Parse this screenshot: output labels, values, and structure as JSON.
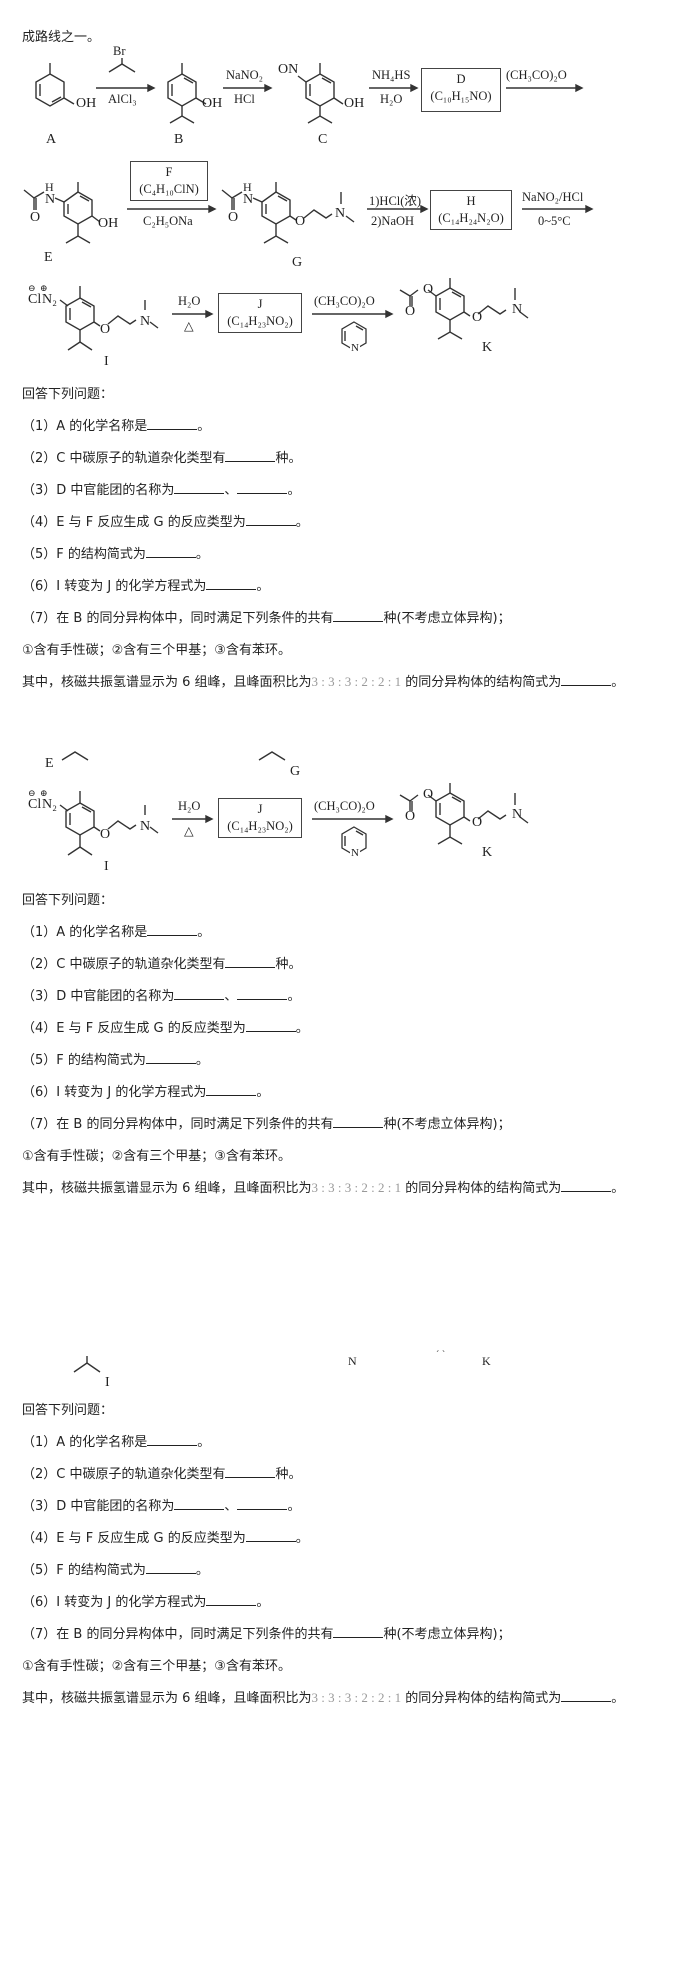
{
  "intro": "成路线之一。",
  "scheme": {
    "row1": {
      "compounds": {
        "A": "A",
        "B": "B",
        "C": "C"
      },
      "A_group": "OH",
      "B_group": "OH",
      "C_group_left": "ON",
      "C_group_right": "OH",
      "arrow1": {
        "above": "Br",
        "below": "AlCl₃"
      },
      "arrow2": {
        "above": "NaNO₂",
        "below": "HCl"
      },
      "arrow3": {
        "above": "NH₄HS",
        "below": "H₂O"
      },
      "box_D": {
        "name": "D",
        "formula": "(C₁₀H₁₅NO)"
      },
      "arrow4": {
        "above": "(CH₃CO)₂O",
        "below": ""
      }
    },
    "row2": {
      "compounds": {
        "E": "E",
        "G": "G"
      },
      "E_nh": "H",
      "E_n": "N",
      "E_o": "O",
      "E_oh": "OH",
      "box_F": {
        "name": "F",
        "formula": "(C₄H₁₀ClN)"
      },
      "arrow5": {
        "below": "C₂H₅ONa"
      },
      "G_o": "O",
      "G_n": "N",
      "arrow6": {
        "above": "1)HCl(浓)",
        "below": "2)NaOH"
      },
      "box_H": {
        "name": "H",
        "formula": "(C₁₄H₂₄N₂O)"
      },
      "arrow7": {
        "above": "NaNO₂/HCl",
        "below": "0~5°C"
      }
    },
    "row3": {
      "compounds": {
        "I": "I",
        "K": "K"
      },
      "I_cl": "Cl",
      "I_n2": "N₂",
      "I_o": "O",
      "I_n": "N",
      "arrow8": {
        "above": "H₂O",
        "below": "△"
      },
      "box_J": {
        "name": "J",
        "formula": "(C₁₄H₂₃NO₂)"
      },
      "arrow9": {
        "above": "(CH₃CO)₂O",
        "below_n": "N"
      },
      "K_o1": "O",
      "K_o2": "O",
      "K_o3": "O",
      "K_n": "N"
    }
  },
  "questions": {
    "header": "回答下列问题：",
    "q1": {
      "prefix": "（1）A 的化学名称是",
      "suffix": "。"
    },
    "q2": {
      "prefix": "（2）C 中碳原子的轨道杂化类型有",
      "suffix": "种。"
    },
    "q3": {
      "prefix": "（3）D 中官能团的名称为",
      "mid": "、",
      "suffix": "。"
    },
    "q4": {
      "prefix": "（4）E 与 F 反应生成 G 的反应类型为",
      "suffix": "。"
    },
    "q5": {
      "prefix": "（5）F 的结构简式为",
      "suffix": "。"
    },
    "q6": {
      "prefix": "（6）I 转变为 J 的化学方程式为",
      "suffix": "。"
    },
    "q7": {
      "prefix": "（7）在 B 的同分异构体中，同时满足下列条件的共有",
      "suffix": "种(不考虑立体异构)；"
    },
    "conditions": "①含有手性碳；②含有三个甲基；③含有苯环。",
    "last": {
      "prefix": "其中，核磁共振氢谱显示为 6 组峰，且峰面积比为",
      "ratio": "3 : 3 : 3 : 2 : 2 : 1",
      "mid": " 的同分异构体的结构简式为",
      "suffix": "。"
    }
  },
  "fragments": {
    "E": "E",
    "G": "G",
    "I": "I",
    "N": "N",
    "K": "K"
  }
}
